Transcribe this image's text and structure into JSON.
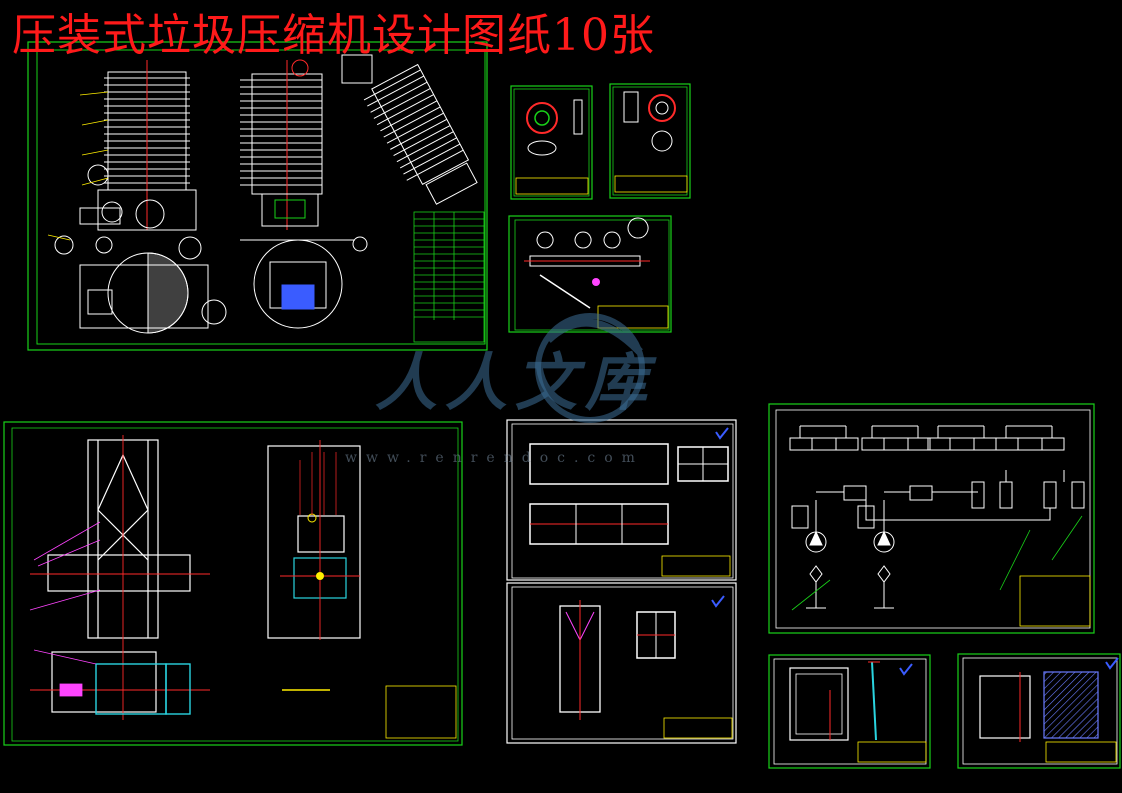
{
  "page_title": "压装式垃圾压缩机设计图纸10张",
  "watermark": {
    "name": "人人文库",
    "url": "www.renrendoc.com"
  },
  "colors": {
    "background": "#000000",
    "title": "#ff1a1a",
    "frame": "#19d219",
    "drawing": "#ffffff",
    "centerline": "#ff2a2a",
    "cyan": "#2ad4e0",
    "magenta": "#ff44ff",
    "yellow": "#ffee00",
    "blue": "#3a5cff",
    "watermark": "#3c6e96"
  }
}
